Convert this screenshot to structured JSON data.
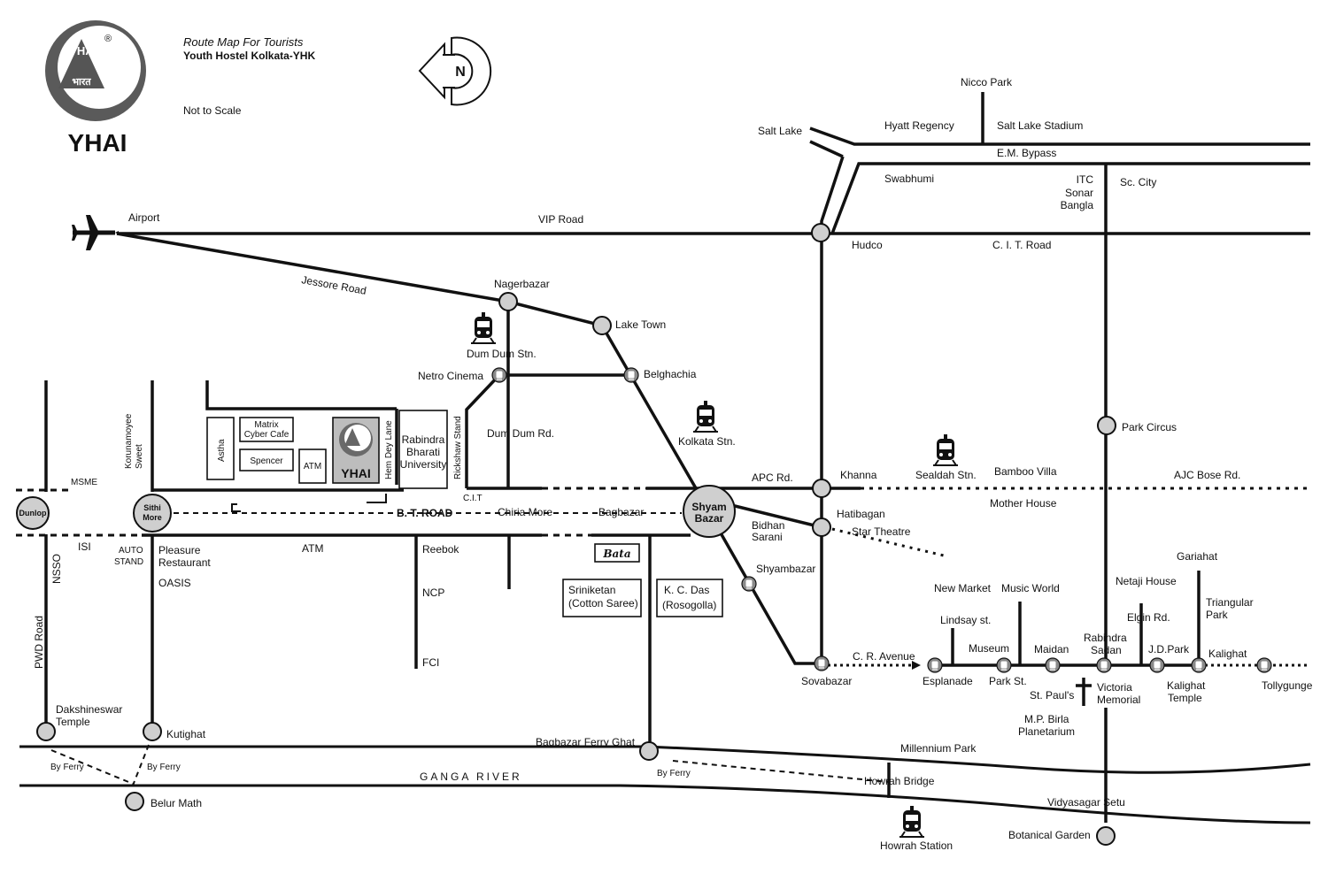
{
  "header": {
    "title": "Route Map For Tourists",
    "subtitle": "Youth Hostel Kolkata-YHK",
    "scale_note": "Not to Scale",
    "logo_text": "YHAI",
    "logo_mark": "YHA",
    "logo_script": "भारत",
    "compass_label": "N"
  },
  "roads": {
    "vip_road": "VIP Road",
    "jessore_road": "Jessore Road",
    "em_bypass": "E.M. Bypass",
    "cit_road": "C. I. T. Road",
    "bt_road": "B. T. ROAD",
    "apc_road": "APC Rd.",
    "ajc_bose_road": "AJC Bose Rd.",
    "cr_avenue": "C. R. Avenue",
    "pwd_road": "PWD Road",
    "hem_dey_lane": "Hem Dey Lane",
    "rickshaw_stand": "Rickshaw Stand",
    "cit": "C.I.T",
    "dum_dum_rd": "Dum Dum Rd.",
    "bidhan_sarani": "Bidhan Sarani",
    "elgin_rd": "Elgin Rd.",
    "lindsay_st": "Lindsay st."
  },
  "places": {
    "airport": "Airport",
    "nagerbazar": "Nagerbazar",
    "lake_town": "Lake Town",
    "dum_dum_stn": "Dum Dum Stn.",
    "netro_cinema": "Netro Cinema",
    "belghachia": "Belghachia",
    "kolkata_stn": "Kolkata Stn.",
    "salt_lake": "Salt Lake",
    "hyatt_regency": "Hyatt Regency",
    "nicco_park": "Nicco Park",
    "salt_lake_stadium": "Salt Lake Stadium",
    "swabhumi": "Swabhumi",
    "itc_sonar_bangla": [
      "ITC",
      "Sonar",
      "Bangla"
    ],
    "sc_city": "Sc. City",
    "hudco": "Hudco",
    "park_circus": "Park Circus",
    "khanna": "Khanna",
    "sealdah_stn": "Sealdah Stn.",
    "bamboo_villa": "Bamboo Villa",
    "mother_house": "Mother House",
    "hatibagan": "Hatibagan",
    "star_theatre": "Star Theatre",
    "shyambazar": "Shyambazar",
    "shyam_bazar_node": [
      "Shyam",
      "Bazar"
    ],
    "chiria_more": "Chiria More",
    "bagbazar": "Bagbazar",
    "sovabazar": "Sovabazar",
    "esplanade": "Esplanade",
    "new_market": "New Market",
    "music_world": "Music World",
    "museum": "Museum",
    "park_st": "Park St.",
    "maidan": "Maidan",
    "st_pauls": "St. Paul's",
    "victoria_memorial": [
      "Victoria",
      "Memorial"
    ],
    "rabindra_sadan": [
      "Rabindra",
      "Sadan"
    ],
    "mp_birla": [
      "M.P. Birla",
      "Planetarium"
    ],
    "netaji_house": "Netaji House",
    "gariahat": "Gariahat",
    "triangular_park": [
      "Triangular",
      "Park"
    ],
    "jd_park": "J.D.Park",
    "kalighat": "Kalighat",
    "kalighat_temple": [
      "Kalighat",
      "Temple"
    ],
    "tollygunge": "Tollygunge",
    "dunlop": "Dunlop",
    "sithi_more": [
      "Sithi",
      "More"
    ],
    "msme": "MSME",
    "korunamoyee_sweet": [
      "Korunamoyee",
      "Sweet"
    ],
    "isi": "ISI",
    "nsso": "NSSO",
    "auto_stand": [
      "AUTO",
      "STAND"
    ],
    "pleasure_restaurant": [
      "Pleasure",
      "Restaurant"
    ],
    "oasis": "OASIS",
    "atm_bt": "ATM",
    "reebok": "Reebok",
    "ncp": "NCP",
    "fci": "FCI",
    "bata": "Bata",
    "sriniketan": [
      "Sriniketan",
      "(Cotton Saree)"
    ],
    "kc_das": [
      "K. C. Das",
      "(Rosogolla)"
    ],
    "dakshineswar_temple": [
      "Dakshineswar",
      "Temple"
    ],
    "kutighat": "Kutighat",
    "belur_math": "Belur Math",
    "by_ferry_1": "By Ferry",
    "by_ferry_2": "By Ferry",
    "by_ferry_3": "By Ferry",
    "bagbazar_ferry_ghat": "Bagbazar Ferry Ghat",
    "ganga_river": "GANGA RIVER",
    "millennium_park": "Millennium Park",
    "howrah_bridge": "Howrah Bridge",
    "vidyasagar_setu": "Vidyasagar Setu",
    "howrah_station": "Howrah Station",
    "botanical_garden": "Botanical Garden"
  },
  "hostel_area": {
    "astha": "Astha",
    "matrix_cafe": [
      "Matrix",
      "Cyber Cafe"
    ],
    "spencer": "Spencer",
    "atm": "ATM",
    "yhai_label": "YHAI",
    "rbu": [
      "Rabindra",
      "Bharati",
      "University"
    ]
  },
  "icons": {
    "airport": "airplane-icon",
    "train": "train-icon",
    "metro": "metro-station-icon",
    "church": "cross-icon",
    "compass": "north-arrow-icon"
  }
}
